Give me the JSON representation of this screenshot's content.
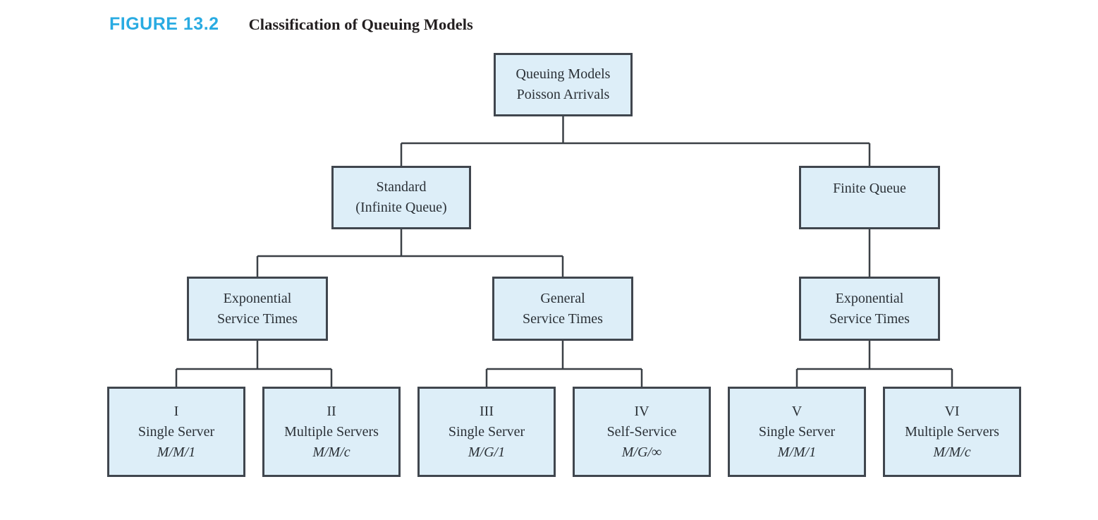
{
  "figure_header": {
    "figure_label": "FIGURE 13.2",
    "figure_title": "Classification of Queuing Models"
  },
  "tree": {
    "root": {
      "line1": "Queuing Models",
      "line2": "Poisson Arrivals"
    },
    "standard": {
      "line1": "Standard",
      "line2": "(Infinite Queue)"
    },
    "finite": {
      "line1": "Finite Queue"
    },
    "exp_left": {
      "line1": "Exponential",
      "line2": "Service Times"
    },
    "general": {
      "line1": "General",
      "line2": "Service Times"
    },
    "exp_right": {
      "line1": "Exponential",
      "line2": "Service Times"
    },
    "model1": {
      "numeral": "I",
      "label": "Single Server",
      "notation": "M/M/1"
    },
    "model2": {
      "numeral": "II",
      "label": "Multiple Servers",
      "notation": "M/M/c"
    },
    "model3": {
      "numeral": "III",
      "label": "Single Server",
      "notation": "M/G/1"
    },
    "model4": {
      "numeral": "IV",
      "label": "Self-Service",
      "notation": "M/G/∞"
    },
    "model5": {
      "numeral": "V",
      "label": "Single Server",
      "notation": "M/M/1"
    },
    "model6": {
      "numeral": "VI",
      "label": "Multiple Servers",
      "notation": "M/M/c"
    }
  },
  "colors": {
    "figure_label_accent": "#29abe2",
    "node_fill": "#ddeef8",
    "node_border": "#40464e",
    "connector": "#3b4046",
    "text": "#2b3137"
  }
}
